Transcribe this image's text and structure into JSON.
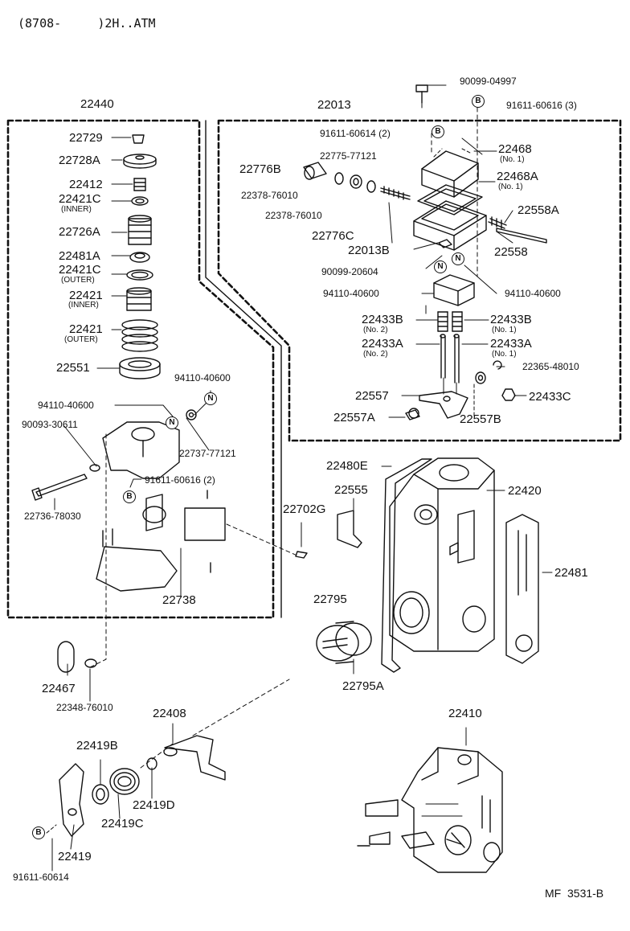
{
  "header": {
    "range": "(8708-     )2H..ATM"
  },
  "footer": {
    "code": "MF  3531-B"
  },
  "callouts": {
    "bolt": "B",
    "nut": "N"
  },
  "groups": {
    "left": "22440",
    "right": "22013"
  },
  "labels": {
    "p22729": "22729",
    "p22728A": "22728A",
    "p22412": "22412",
    "p22421C_in": "22421C",
    "inner": "(INNER)",
    "p22726A": "22726A",
    "p22481A": "22481A",
    "p22421C_out": "22421C",
    "outer": "(OUTER)",
    "p22421_in": "22421",
    "p22421_out": "22421",
    "p22551": "22551",
    "p94110_40600_a": "94110-40600",
    "p94110_40600_b": "94110-40600",
    "p90093_30611": "90093-30611",
    "p22737_77121": "22737-77121",
    "p22736_78030": "22736-78030",
    "p91611_60616_2": "91611-60616 (2)",
    "p22738": "22738",
    "p22467": "22467",
    "p22348_76010": "22348-76010",
    "p22408": "22408",
    "p22419B": "22419B",
    "p22419D": "22419D",
    "p22419C": "22419C",
    "p22419": "22419",
    "p91611_60614": "91611-60614",
    "p90099_04997": "90099-04997",
    "p91611_60616_3": "91611-60616 (3)",
    "p91611_60614_2": "91611-60614 (2)",
    "p22775_77121": "22775-77121",
    "p22776B": "22776B",
    "p22378_76010_a": "22378-76010",
    "p22378_76010_b": "22378-76010",
    "p22776C": "22776C",
    "p22468": "22468",
    "no1": "(No. 1)",
    "no2": "(No. 2)",
    "p22468A": "22468A",
    "p22558A": "22558A",
    "p22558": "22558",
    "p22013B": "22013B",
    "p90099_20604": "90099-20604",
    "p94110_40600_c": "94110-40600",
    "p94110_40600_d": "94110-40600",
    "p22433B_2": "22433B",
    "p22433B_1": "22433B",
    "p22433A_2": "22433A",
    "p22433A_1": "22433A",
    "p22365_48010": "22365-48010",
    "p22557": "22557",
    "p22433C": "22433C",
    "p22557A": "22557A",
    "p22557B": "22557B",
    "p22480E": "22480E",
    "p22420": "22420",
    "p22555": "22555",
    "p22702G": "22702G",
    "p22481": "22481",
    "p22795": "22795",
    "p22795A": "22795A",
    "p22410": "22410"
  }
}
